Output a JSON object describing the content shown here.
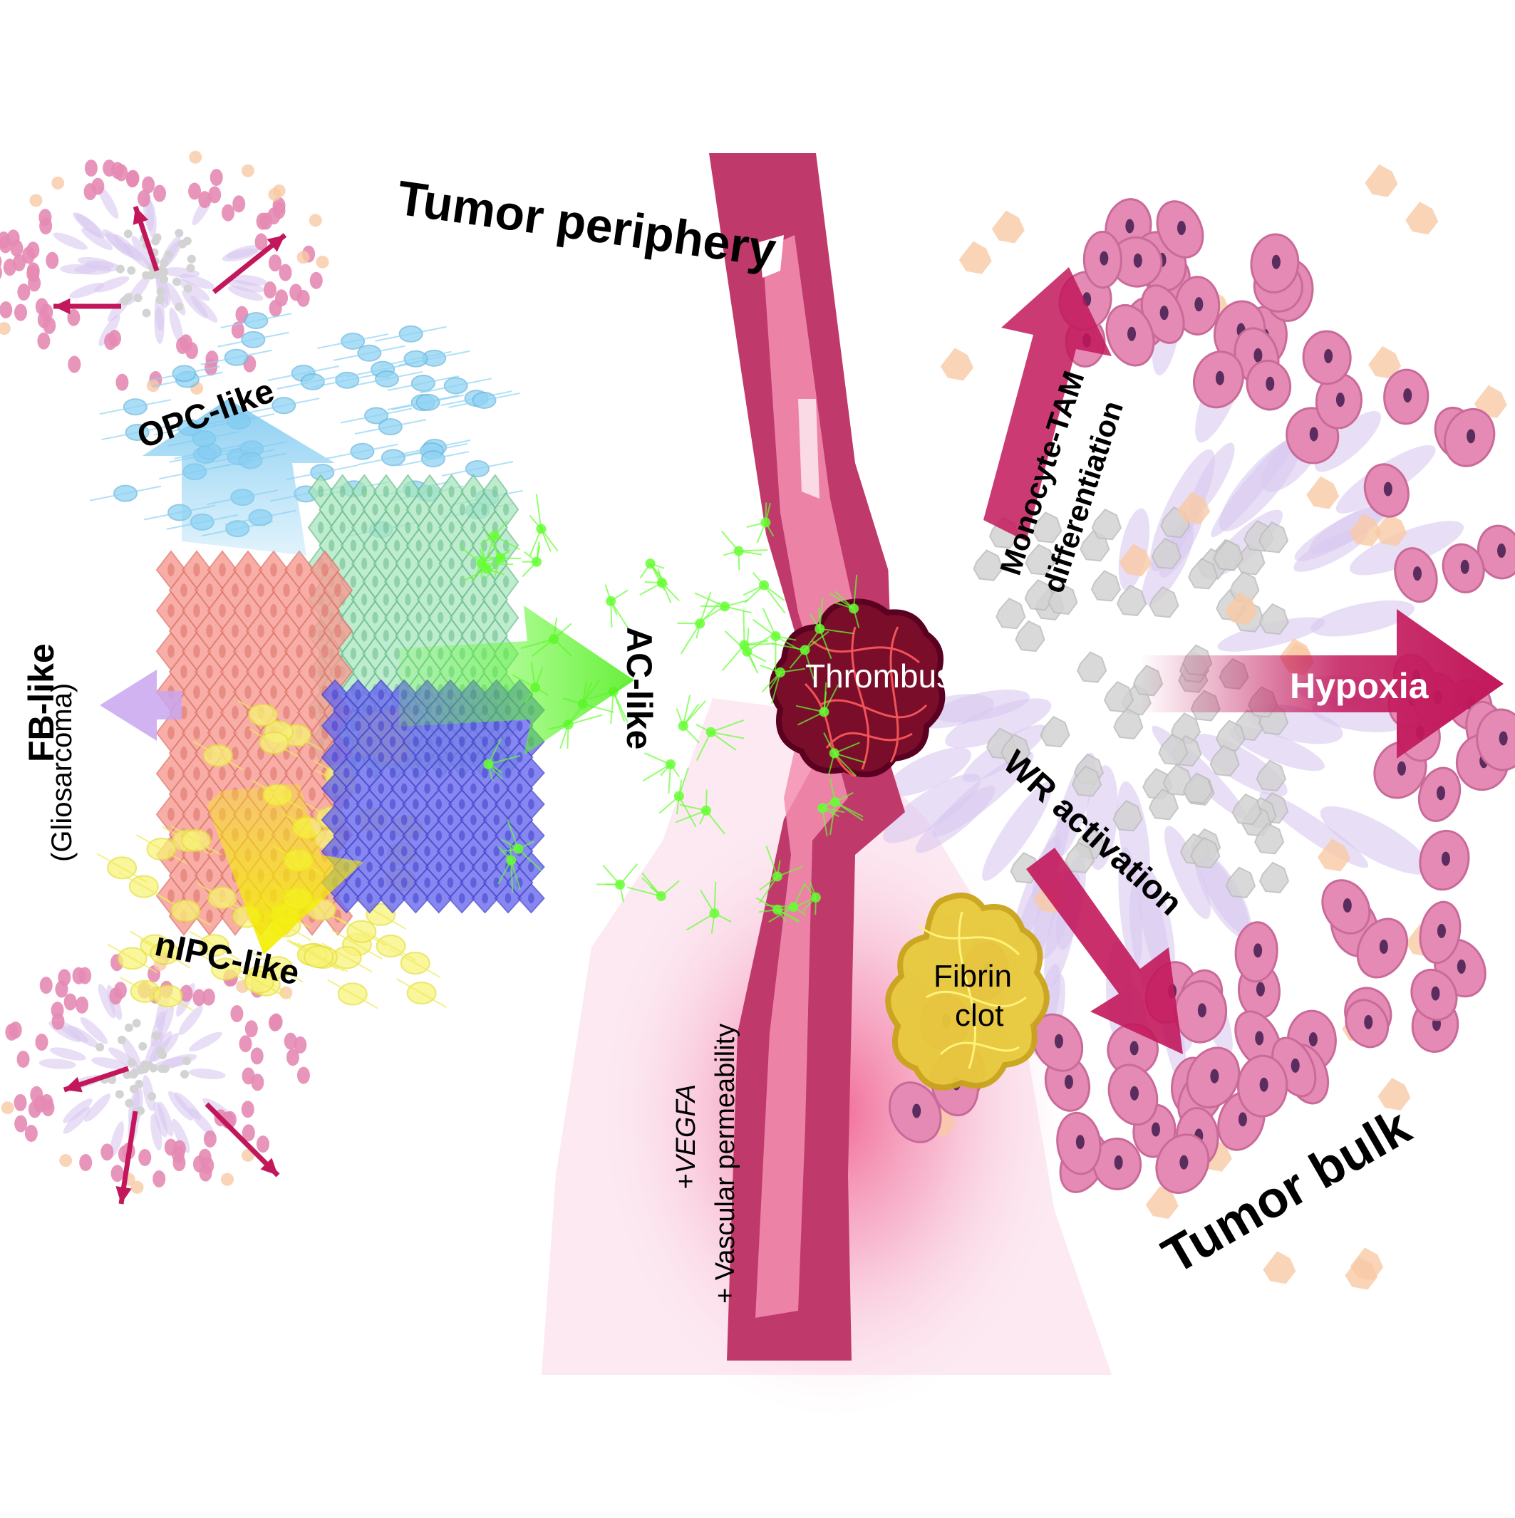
{
  "figure": {
    "regions": {
      "periphery_label": "Tumor periphery",
      "bulk_label": "Tumor bulk"
    },
    "cell_states": {
      "opc": "OPC-like",
      "ac": "AC-like",
      "npc": "nIPC-like",
      "fb": "FB-like",
      "fb_note": "(Gliosarcoma)"
    },
    "vessel": {
      "thrombus": "Thrombus",
      "fibrin_clot_line1": "Fibrin",
      "fibrin_clot_line2": "clot",
      "vegfa": "+VEGFA",
      "permeability": "+ Vascular permeability"
    },
    "processes": {
      "monocyte_line1": "Monocyte-TAM",
      "monocyte_line2": "differentiation",
      "hypoxia": "Hypoxia",
      "wr": "WR activation"
    },
    "colors": {
      "magenta": "#c2185b",
      "vessel": "#c0396b",
      "vessel_light": "#f06292",
      "pink_cell": "#e48ab4",
      "nucleus": "#5a2d5e",
      "lavender": "#d9c8f0",
      "grey_cell": "#d3d3d3",
      "peach": "#f9c9a5",
      "opc_blue": "#8fd3f4",
      "ac_green": "#66ff33",
      "npc_yellow": "#f7f200",
      "fb_salmon": "#f79b92",
      "green_cells": "#a8e6bf",
      "blue_cells": "#6a6af0",
      "thrombus": "#7a0d2a",
      "fibrin": "#e8c93a"
    }
  }
}
